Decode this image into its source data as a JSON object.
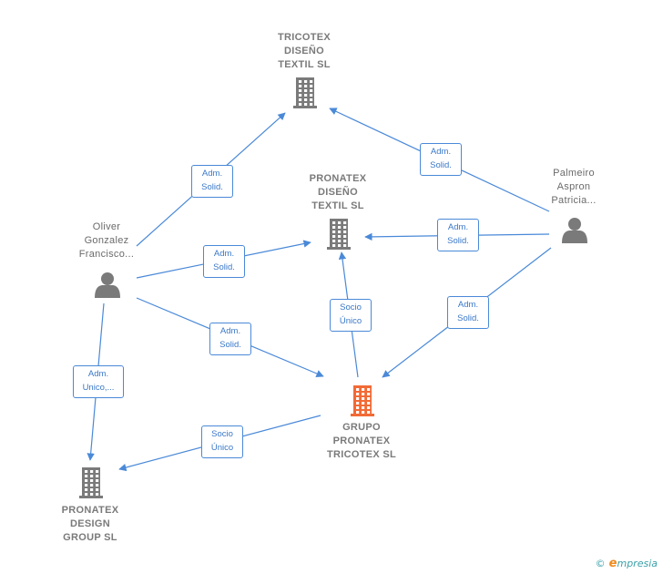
{
  "nodes": {
    "tricotex_diseno": {
      "label": [
        "TRICOTEX",
        "DISEÑO",
        "TEXTIL  SL"
      ],
      "kind": "company"
    },
    "pronatex_diseno": {
      "label": [
        "PRONATEX",
        "DISEÑO",
        "TEXTIL SL"
      ],
      "kind": "company"
    },
    "grupo_pronatex": {
      "label": [
        "GRUPO",
        "PRONATEX",
        "TRICOTEX  SL"
      ],
      "kind": "focus-company"
    },
    "pronatex_design": {
      "label": [
        "PRONATEX",
        "DESIGN",
        "GROUP  SL"
      ],
      "kind": "company"
    },
    "oliver": {
      "label": [
        "Oliver",
        "Gonzalez",
        "Francisco..."
      ],
      "kind": "person"
    },
    "palmeiro": {
      "label": [
        "Palmeiro",
        "Aspron",
        "Patricia..."
      ],
      "kind": "person"
    }
  },
  "edges": [
    {
      "from": "oliver",
      "to": "tricotex_diseno",
      "label": [
        "Adm.",
        "Solid."
      ]
    },
    {
      "from": "palmeiro",
      "to": "tricotex_diseno",
      "label": [
        "Adm.",
        "Solid."
      ]
    },
    {
      "from": "oliver",
      "to": "pronatex_diseno",
      "label": [
        "Adm.",
        "Solid."
      ]
    },
    {
      "from": "palmeiro",
      "to": "pronatex_diseno",
      "label": [
        "Adm.",
        "Solid."
      ]
    },
    {
      "from": "grupo_pronatex",
      "to": "pronatex_diseno",
      "label": [
        "Socio",
        "Único"
      ]
    },
    {
      "from": "oliver",
      "to": "grupo_pronatex",
      "label": [
        "Adm.",
        "Solid."
      ]
    },
    {
      "from": "palmeiro",
      "to": "grupo_pronatex",
      "label": [
        "Adm.",
        "Solid."
      ]
    },
    {
      "from": "oliver",
      "to": "pronatex_design",
      "label": [
        "Adm.",
        "Unico,..."
      ]
    },
    {
      "from": "grupo_pronatex",
      "to": "pronatex_design",
      "label": [
        "Socio",
        "Único"
      ]
    }
  ],
  "colors": {
    "edge": "#4a89d8",
    "company": "#7a7a7a",
    "focus": "#f26a35",
    "person": "#7a7a7a"
  },
  "brand": {
    "copyright": "©",
    "initial": "e",
    "rest": "mpresia"
  }
}
